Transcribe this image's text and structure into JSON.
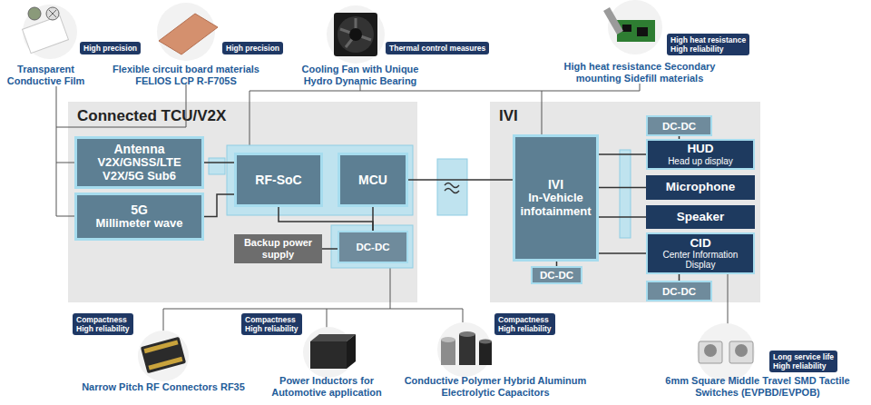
{
  "diagram": {
    "nodes": [
      {
        "text": [
          "High precision"
        ]
      },
      {
        "text": [
          "High precision"
        ]
      },
      {
        "text": [
          "Thermal control measures"
        ]
      },
      {
        "text": [
          "High heat resistance",
          "High reliability"
        ]
      },
      {
        "text": [
          "Connected TCU/V2X"
        ]
      },
      {
        "text": [
          "Antenna",
          "V2X/GNSS/LTE V2X/5G Sub6"
        ],
        "in": 4
      },
      {
        "text": [
          "5G",
          "Millimeter wave"
        ],
        "in": 4
      },
      {
        "text": [
          "RF-SoC"
        ],
        "in": 4
      },
      {
        "text": [
          "MCU"
        ],
        "in": 4
      },
      {
        "text": [
          "Backup power supply"
        ],
        "in": 4
      },
      {
        "text": [
          "DC-DC"
        ],
        "in": 4
      },
      {
        "text": [
          "IVI"
        ]
      },
      {
        "text": [
          "IVI",
          "In-Vehicle infotainment"
        ],
        "in": 11
      },
      {
        "text": [
          "DC-DC"
        ],
        "in": 11
      },
      {
        "text": [
          "DC-DC"
        ],
        "in": 11
      },
      {
        "text": [
          "HUD",
          "Head up display"
        ],
        "in": 11
      },
      {
        "text": [
          "Microphone"
        ],
        "in": 11
      },
      {
        "text": [
          "Speaker"
        ],
        "in": 11
      },
      {
        "text": [
          "CID",
          "Center Information Display"
        ],
        "in": 11
      },
      {
        "text": [
          "DC-DC"
        ],
        "in": 11
      },
      {
        "text": [
          "Compactness",
          "High reliability"
        ]
      },
      {
        "text": [
          "Compactness",
          "High reliability"
        ]
      },
      {
        "text": [
          "Compactness",
          "High reliability"
        ]
      },
      {
        "text": [
          "Long service life",
          "High reliability"
        ]
      }
    ],
    "edges": [
      {
        "from": 5,
        "to": 7,
        "arrow": "none"
      },
      {
        "from": 6,
        "to": 7,
        "arrow": "none"
      },
      {
        "from": 7,
        "to": 10,
        "arrow": "none"
      },
      {
        "from": 8,
        "to": 10,
        "arrow": "none"
      },
      {
        "from": 9,
        "to": 10,
        "arrow": "none"
      },
      {
        "from": 8,
        "to": 12,
        "arrow": "none"
      },
      {
        "from": 12,
        "to": 13,
        "arrow": "none"
      },
      {
        "from": 12,
        "to": 15,
        "arrow": "none"
      },
      {
        "from": 12,
        "to": 16,
        "arrow": "none"
      },
      {
        "from": 12,
        "to": 17,
        "arrow": "none"
      },
      {
        "from": 12,
        "to": 18,
        "arrow": "none"
      },
      {
        "from": 14,
        "to": 15,
        "arrow": "none"
      },
      {
        "from": 18,
        "to": 19,
        "arrow": "none"
      }
    ],
    "labels": [
      "Transparent Conductive Film",
      "Flexible circuit board materials FELIOS LCP R-F705S",
      "Cooling Fan with Unique Hydro Dynamic Bearing",
      "High heat resistance Secondary mounting Sidefill materials",
      "Narrow Pitch RF Connectors RF35",
      "Power Inductors for Automotive application",
      "Conductive Polymer Hybrid Aluminum Electrolytic Capacitors",
      "6mm Square Middle Travel SMD Tactile Switches (EVPBD/EVPOB)"
    ]
  }
}
